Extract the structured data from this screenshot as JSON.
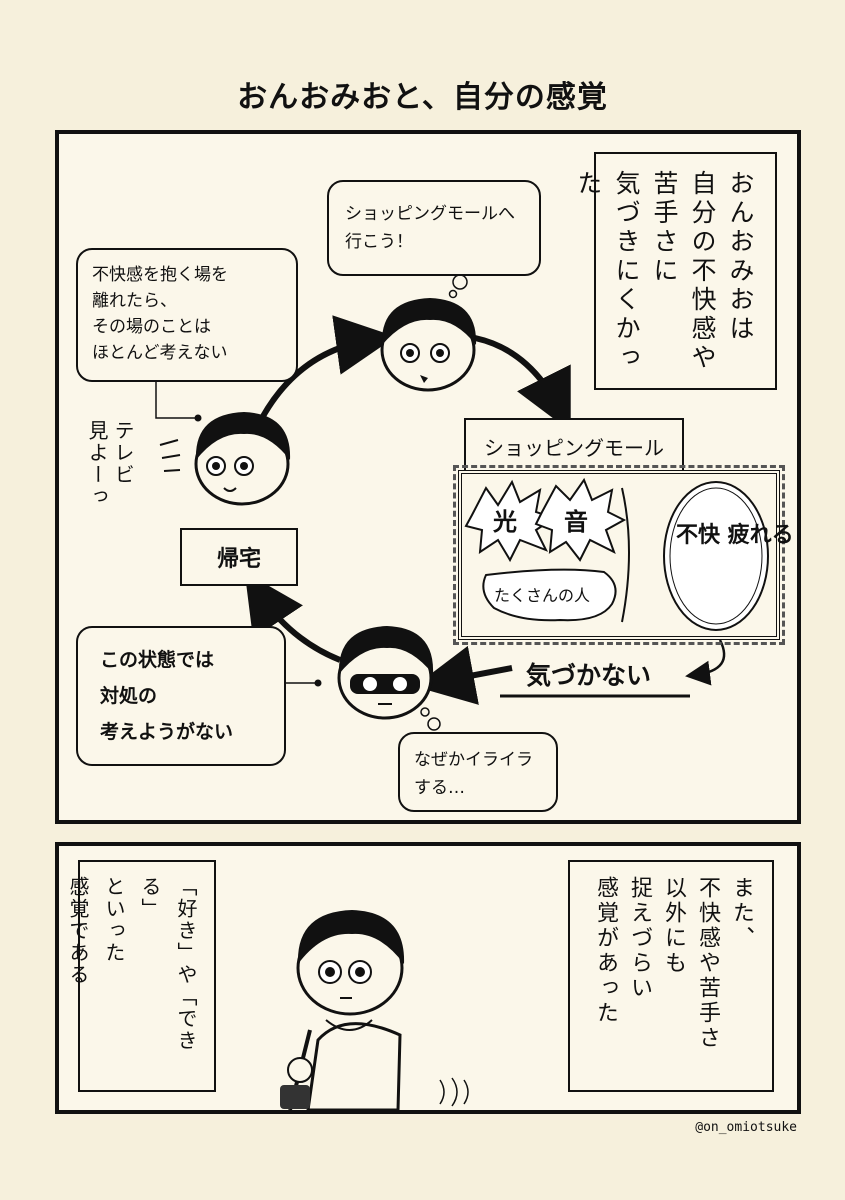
{
  "title": "おんおみおと、自分の感覚",
  "panel1": {
    "narration": "おんおみおは\n自分の不快感や\n苦手さに\n気づきにくかった",
    "thought_top": "ショッピングモールへ\n行こう！",
    "caption_left": "不快感を抱く場を\n離れたら、\nその場のことは\nほとんど考えない",
    "mutter": "テレビ\n見よーっ",
    "place_label": "ショッピングモール",
    "stimuli": [
      "光",
      "音",
      "たくさんの人"
    ],
    "result": "不快\n疲れる",
    "not_aware": "気づかない",
    "home": "帰宅",
    "caption_bottom_left": "この状態では\n対処の\n考えようがない",
    "thought_bottom": "なぜかイライラ\nする…"
  },
  "panel2": {
    "narration_right": "また、\n不快感や苦手さ\n以外にも\n捉えづらい\n感覚があった",
    "narration_left": "「好き」や「できる」\nといった\n感覚である"
  },
  "credit": "@on_omiotsuke"
}
